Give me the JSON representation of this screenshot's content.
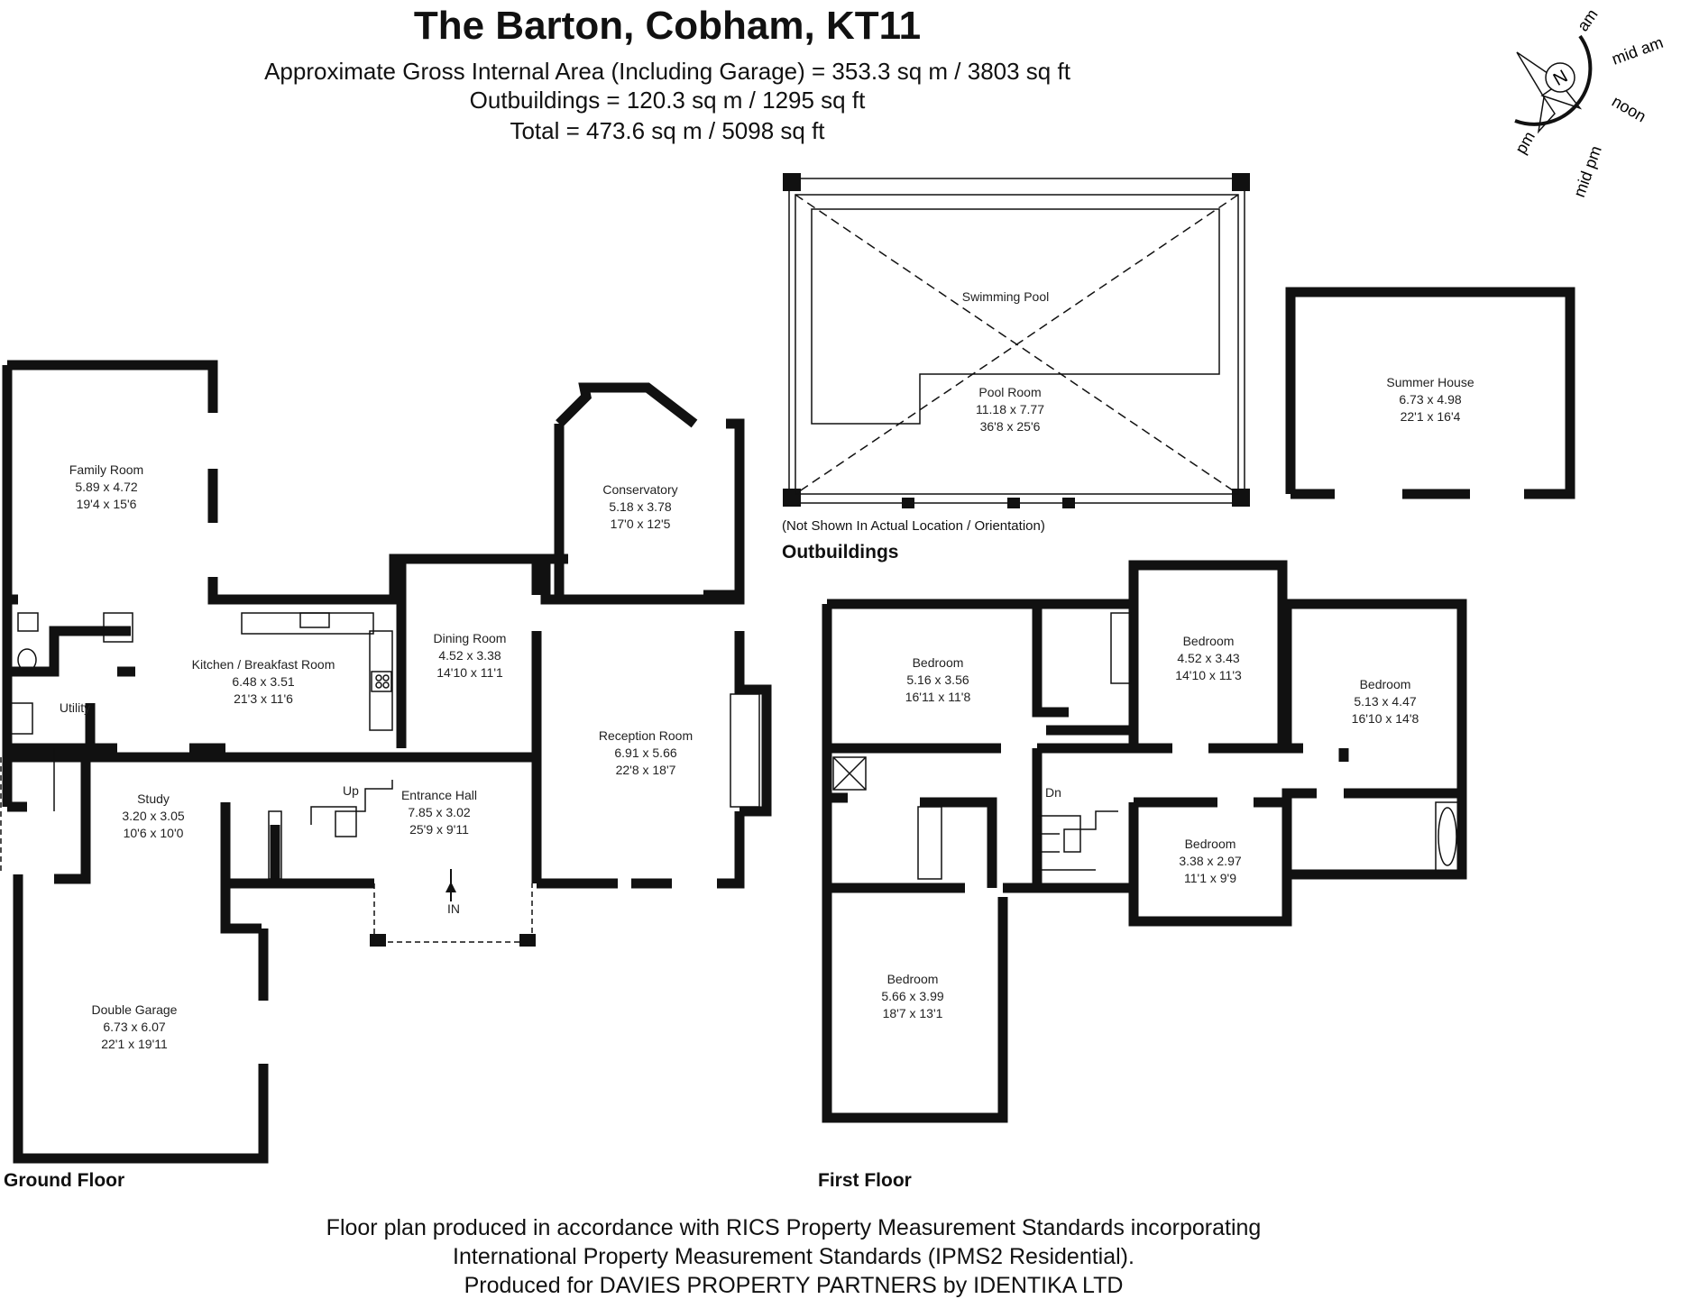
{
  "header": {
    "title": "The Barton, Cobham, KT11",
    "line1": "Approximate Gross Internal Area (Including Garage) = 353.3 sq m / 3803 sq ft",
    "line2": "Outbuildings = 120.3 sq m / 1295 sq ft",
    "line3": "Total = 473.6 sq m / 5098 sq ft"
  },
  "compass": {
    "north": "N",
    "labels": [
      "am",
      "mid am",
      "noon",
      "mid pm",
      "pm"
    ]
  },
  "sections": {
    "ground_floor": "Ground Floor",
    "first_floor": "First Floor",
    "outbuildings": "Outbuildings",
    "outbuildings_note": "(Not Shown In Actual Location / Orientation)"
  },
  "ground_rooms": {
    "family": {
      "name": "Family Room",
      "metric": "5.89 x 4.72",
      "imperial": "19'4 x 15'6"
    },
    "kitchen": {
      "name": "Kitchen / Breakfast Room",
      "metric": "6.48 x 3.51",
      "imperial": "21'3 x 11'6"
    },
    "utility": {
      "name": "Utility"
    },
    "study": {
      "name": "Study",
      "metric": "3.20 x 3.05",
      "imperial": "10'6 x 10'0"
    },
    "dining": {
      "name": "Dining Room",
      "metric": "4.52 x 3.38",
      "imperial": "14'10 x 11'1"
    },
    "hall": {
      "name": "Entrance Hall",
      "metric": "7.85 x 3.02",
      "imperial": "25'9 x 9'11"
    },
    "conservatory": {
      "name": "Conservatory",
      "metric": "5.18 x 3.78",
      "imperial": "17'0 x 12'5"
    },
    "reception": {
      "name": "Reception Room",
      "metric": "6.91 x 5.66",
      "imperial": "22'8 x 18'7"
    },
    "garage": {
      "name": "Double Garage",
      "metric": "6.73 x 6.07",
      "imperial": "22'1 x 19'11"
    },
    "up": "Up",
    "in": "IN"
  },
  "out_rooms": {
    "pool": {
      "name": "Pool Room",
      "metric": "11.18 x 7.77",
      "imperial": "36'8 x 25'6"
    },
    "swimming": "Swimming Pool",
    "summer": {
      "name": "Summer House",
      "metric": "6.73 x 4.98",
      "imperial": "22'1 x 16'4"
    }
  },
  "first_rooms": {
    "bed1": {
      "name": "Bedroom",
      "metric": "5.16 x 3.56",
      "imperial": "16'11 x 11'8"
    },
    "bed2": {
      "name": "Bedroom",
      "metric": "4.52 x 3.43",
      "imperial": "14'10 x 11'3"
    },
    "bed3": {
      "name": "Bedroom",
      "metric": "5.13 x 4.47",
      "imperial": "16'10 x 14'8"
    },
    "bed4": {
      "name": "Bedroom",
      "metric": "3.38 x 2.97",
      "imperial": "11'1 x 9'9"
    },
    "bed5": {
      "name": "Bedroom",
      "metric": "5.66 x 3.99",
      "imperial": "18'7 x 13'1"
    },
    "dn": "Dn"
  },
  "footer": {
    "line1": "Floor plan produced in accordance with RICS Property Measurement Standards incorporating",
    "line2": "International Property Measurement Standards (IPMS2 Residential).",
    "line3": "Produced for DAVIES PROPERTY PARTNERS by IDENTIKA LTD"
  }
}
